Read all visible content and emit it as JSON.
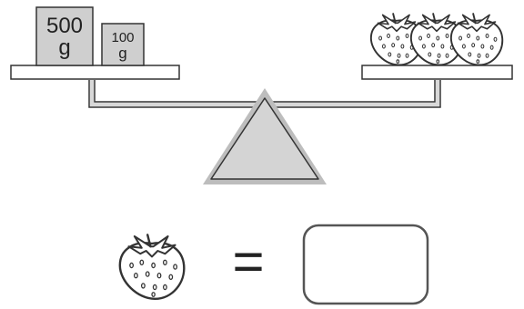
{
  "weights": [
    {
      "value": "500",
      "unit": "g"
    },
    {
      "value": "100",
      "unit": "g"
    }
  ],
  "right_pan": {
    "item_icon": "strawberry-icon",
    "count": 3
  },
  "equation": {
    "item_icon": "strawberry-icon",
    "operator": "=",
    "answer": ""
  },
  "colors": {
    "weight_fill": "#cfcfcf",
    "fulcrum_fill": "#d4d4d4",
    "line": "#333333",
    "box_stroke": "#555555"
  }
}
